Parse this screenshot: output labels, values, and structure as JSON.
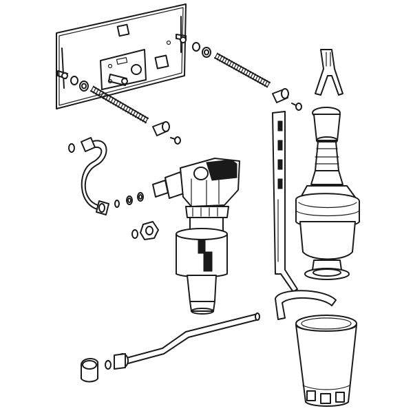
{
  "diagram": {
    "parts": [
      "mounting-plate",
      "threaded-rod-left",
      "threaded-rod-right",
      "nut-washer-set",
      "connection-pipe",
      "seal-rings",
      "fill-valve",
      "union-nut",
      "flush-valve",
      "valve-lever",
      "overflow-holder",
      "guard-basket",
      "overflow-tube",
      "hose-connector"
    ]
  },
  "colors": {
    "line": "#1a1a1a",
    "background": "#ffffff",
    "shade": "#d9d9d9"
  }
}
